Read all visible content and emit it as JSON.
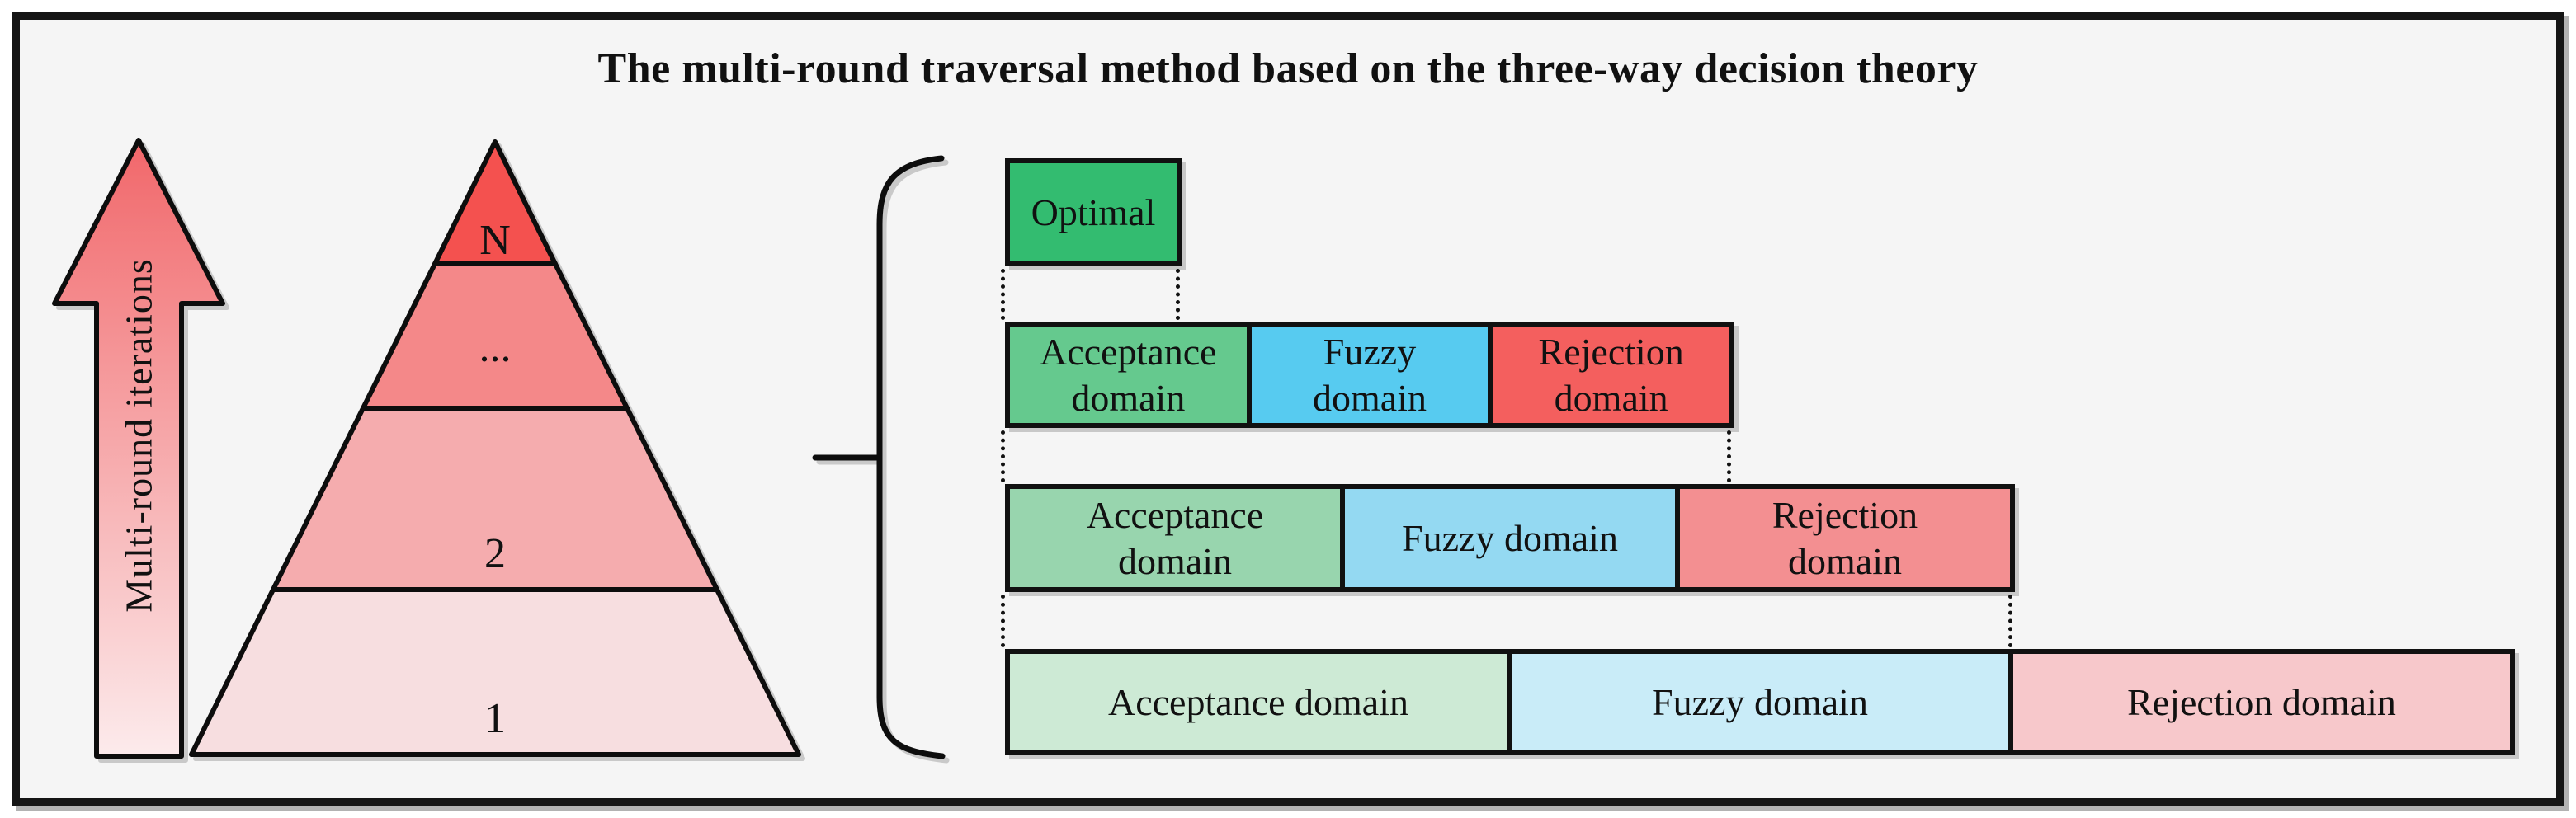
{
  "title": "The multi-round traversal method based on the three-way decision theory",
  "colors": {
    "background": "#f5f5f5",
    "outline": "#111111"
  },
  "arrow": {
    "label": "Multi-round iterations",
    "gradient_top": "#f1676a",
    "gradient_bottom": "#fcebec"
  },
  "pyramid": {
    "levels": [
      {
        "label": "N",
        "color": "#f4514f"
      },
      {
        "label": "...",
        "color": "#f48889"
      },
      {
        "label": "2",
        "color": "#f5acae"
      },
      {
        "label": "1",
        "color": "#f7dee0"
      }
    ]
  },
  "rows": [
    {
      "name": "round-N",
      "cells": [
        {
          "label": "Optimal",
          "color": "#33bc70"
        }
      ]
    },
    {
      "name": "round-dots",
      "cells": [
        {
          "label": "Acceptance\ndomain",
          "color": "#65c98e"
        },
        {
          "label": "Fuzzy\ndomain",
          "color": "#57cbf0"
        },
        {
          "label": "Rejection\ndomain",
          "color": "#f45f5e"
        }
      ]
    },
    {
      "name": "round-2",
      "cells": [
        {
          "label": "Acceptance\ndomain",
          "color": "#98d5ae"
        },
        {
          "label": "Fuzzy domain",
          "color": "#94d9f2"
        },
        {
          "label": "Rejection\ndomain",
          "color": "#f38f91"
        }
      ]
    },
    {
      "name": "round-1",
      "cells": [
        {
          "label": "Acceptance domain",
          "color": "#cdead5"
        },
        {
          "label": "Fuzzy domain",
          "color": "#c9ecf8"
        },
        {
          "label": "Rejection domain",
          "color": "#f7c8cb"
        }
      ]
    }
  ]
}
